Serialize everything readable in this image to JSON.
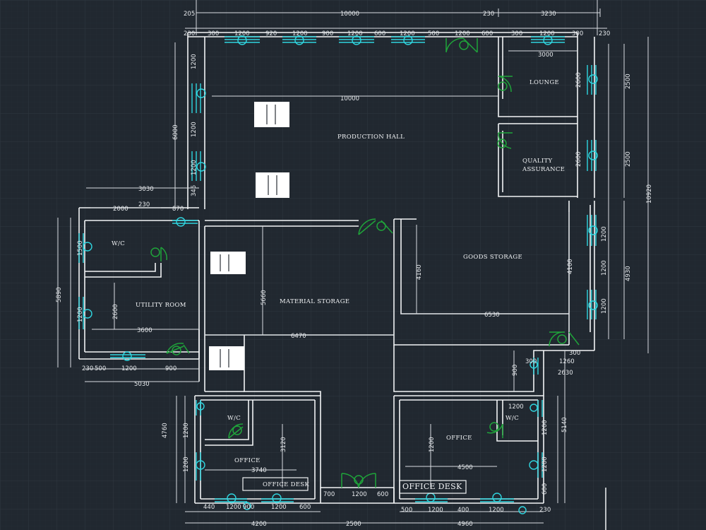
{
  "rooms": {
    "production_hall": "PRODUCTION HALL",
    "lounge": "LOUNGE",
    "quality_assurance_1": "QUALITY",
    "quality_assurance_2": "ASSURANCE",
    "goods_storage": "GOODS STORAGE",
    "material_storage": "MATERIAL STORAGE",
    "wc_left": "W/C",
    "utility_room": "UTILITY ROOM",
    "wc_bottom_left": "W/C",
    "office_left": "OFFICE",
    "office_desk_left": "OFFICE DESK",
    "office_right": "OFFICE",
    "wc_bottom_right": "W/C",
    "office_desk_right": "OFFICE DESK"
  },
  "dimensions": {
    "top_overall": "10000",
    "top_right": "3230",
    "top_right_small": "230",
    "top_left_corner": "205",
    "top_left_230": "230",
    "win_300_a": "300",
    "win_1200_a": "1200",
    "win_920": "920",
    "win_1200_b": "1200",
    "win_900": "900",
    "win_1200_c": "1200",
    "win_600": "600",
    "win_1200_d": "1200",
    "win_500": "500",
    "win_1200_e": "1200",
    "win_600_b": "600",
    "win_300_b": "300",
    "win_1200_f": "1200",
    "win_300_c": "300",
    "right_230": "230",
    "inner_10000": "10000",
    "lounge_3000": "3000",
    "left_6000": "6000",
    "left_1200_a": "1200",
    "left_1200_b": "1200",
    "left_1200_c": "1200",
    "left_345": "345",
    "right_2600_a": "2600",
    "right_2500_a": "2500",
    "right_2600_b": "2600",
    "right_2500_b": "2500",
    "right_10920": "10920",
    "right_1200_a": "1200",
    "right_1200_b": "1200",
    "right_1200_c": "1200",
    "right_4100": "4100",
    "right_4930": "4930",
    "goods_4160": "4160",
    "goods_6530": "6530",
    "mat_5660": "5660",
    "mat_6470": "6470",
    "left_3030": "3030",
    "left_2000": "2000",
    "left_230": "230",
    "left_870": "870",
    "util_3600": "3600",
    "util_2600": "2600",
    "util_1500": "1500",
    "util_1200": "1200",
    "left_5890": "5890",
    "util_500": "500",
    "util_1200_b": "1200",
    "util_900": "900",
    "util_5030": "5030",
    "util_230": "230",
    "bl_4760": "4760",
    "bl_3120": "3120",
    "bl_3740": "3740",
    "bl_1200_a": "1200",
    "bl_1200_b": "1200",
    "bl_600": "600",
    "bl_1200_c": "1200",
    "bl_1200_d": "1200",
    "bl_900": "900",
    "bl_440": "440",
    "bl_4200": "4200",
    "mid_2500": "2500",
    "mid_700": "700",
    "mid_1200": "1200",
    "mid_600": "600",
    "br_1200_a": "1200",
    "br_4500": "4500",
    "br_2630": "2630",
    "br_5140": "5140",
    "br_300": "300",
    "br_1200_b": "1200",
    "br_900": "900",
    "br_4960": "4960",
    "br_230": "230",
    "br_500": "500",
    "br_1200_c": "1200",
    "br_1200_d": "1200",
    "br_1200_e": "1200",
    "br_1200_f": "1200",
    "br_400": "400",
    "br_600": "600",
    "br_1260": "1260",
    "br_300_b": "300"
  },
  "colors": {
    "background": "#212830",
    "walls": "#f2f4f6",
    "windows": "#2fd6e0",
    "doors": "#1fa43a"
  },
  "icons": [
    "window-symbol-icon",
    "door-swing-icon",
    "table-icon",
    "grid-background"
  ]
}
